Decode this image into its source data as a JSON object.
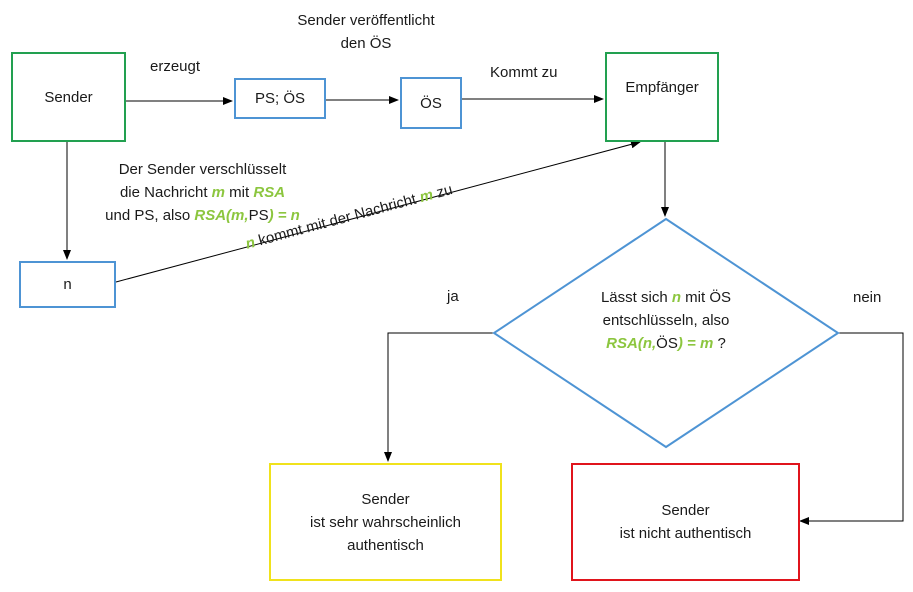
{
  "nodes": {
    "sender": "Sender",
    "ps_os": "PS; ÖS",
    "os": "ÖS",
    "empfaenger": "Empfänger",
    "n": "n",
    "authentic": [
      "Sender",
      "ist sehr wahrscheinlich",
      "authentisch"
    ],
    "not_authentic": [
      "Sender",
      "ist nicht authentisch"
    ]
  },
  "labels": {
    "erzeugt": "erzeugt",
    "published": [
      "Sender veröffentlicht",
      "den ÖS"
    ],
    "kommt_zu": "Kommt zu",
    "ja": "ja",
    "nein": "nein"
  },
  "encrypt_note": {
    "line1": "Der Sender verschlüsselt",
    "line2_a": "die Nachricht ",
    "m": "m",
    "line2_b": " mit ",
    "rsa": "RSA",
    "line3_a": "und PS, also ",
    "rsa_m": "RSA(m,",
    "ps": "PS",
    "close_eq_n": ") = n"
  },
  "n_note": {
    "n": "n",
    "mid": " kommt mit der Nachricht ",
    "m": "m",
    "end": " zu"
  },
  "decision": {
    "line1_a": "Lässt sich ",
    "n": "n",
    "line1_b": " mit ÖS",
    "line2": "entschlüsseln, also",
    "rsa_n": "RSA(n,",
    "os": "ÖS",
    "close_eq_m": ") = m",
    "q": " ?"
  },
  "colors": {
    "green": "#22a050",
    "blue": "#4e94d4",
    "yellow": "#f0e21c",
    "red": "#e0141c",
    "highlight": "#8cc63f"
  }
}
